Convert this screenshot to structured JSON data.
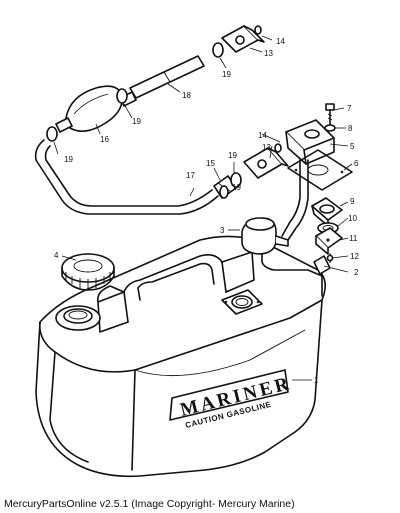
{
  "caption": "MercuryPartsOnline v2.5.1 (Image Copyright- Mercury Marine)",
  "tank_label": {
    "brand": "MARINER",
    "sub": "CAUTION GASOLINE"
  },
  "callouts": {
    "c1": "1",
    "c2": "2",
    "c3": "3",
    "c4": "4",
    "c5": "5",
    "c6": "6",
    "c7": "7",
    "c8": "8",
    "c9": "9",
    "c10": "10",
    "c11": "11",
    "c12": "12",
    "c13a": "13",
    "c13b": "13",
    "c14a": "14",
    "c14b": "14",
    "c15": "15",
    "c16": "16",
    "c17": "17",
    "c18": "18",
    "c19a": "19",
    "c19b": "19",
    "c19c": "19",
    "c19d": "19",
    "c19e": "19"
  }
}
